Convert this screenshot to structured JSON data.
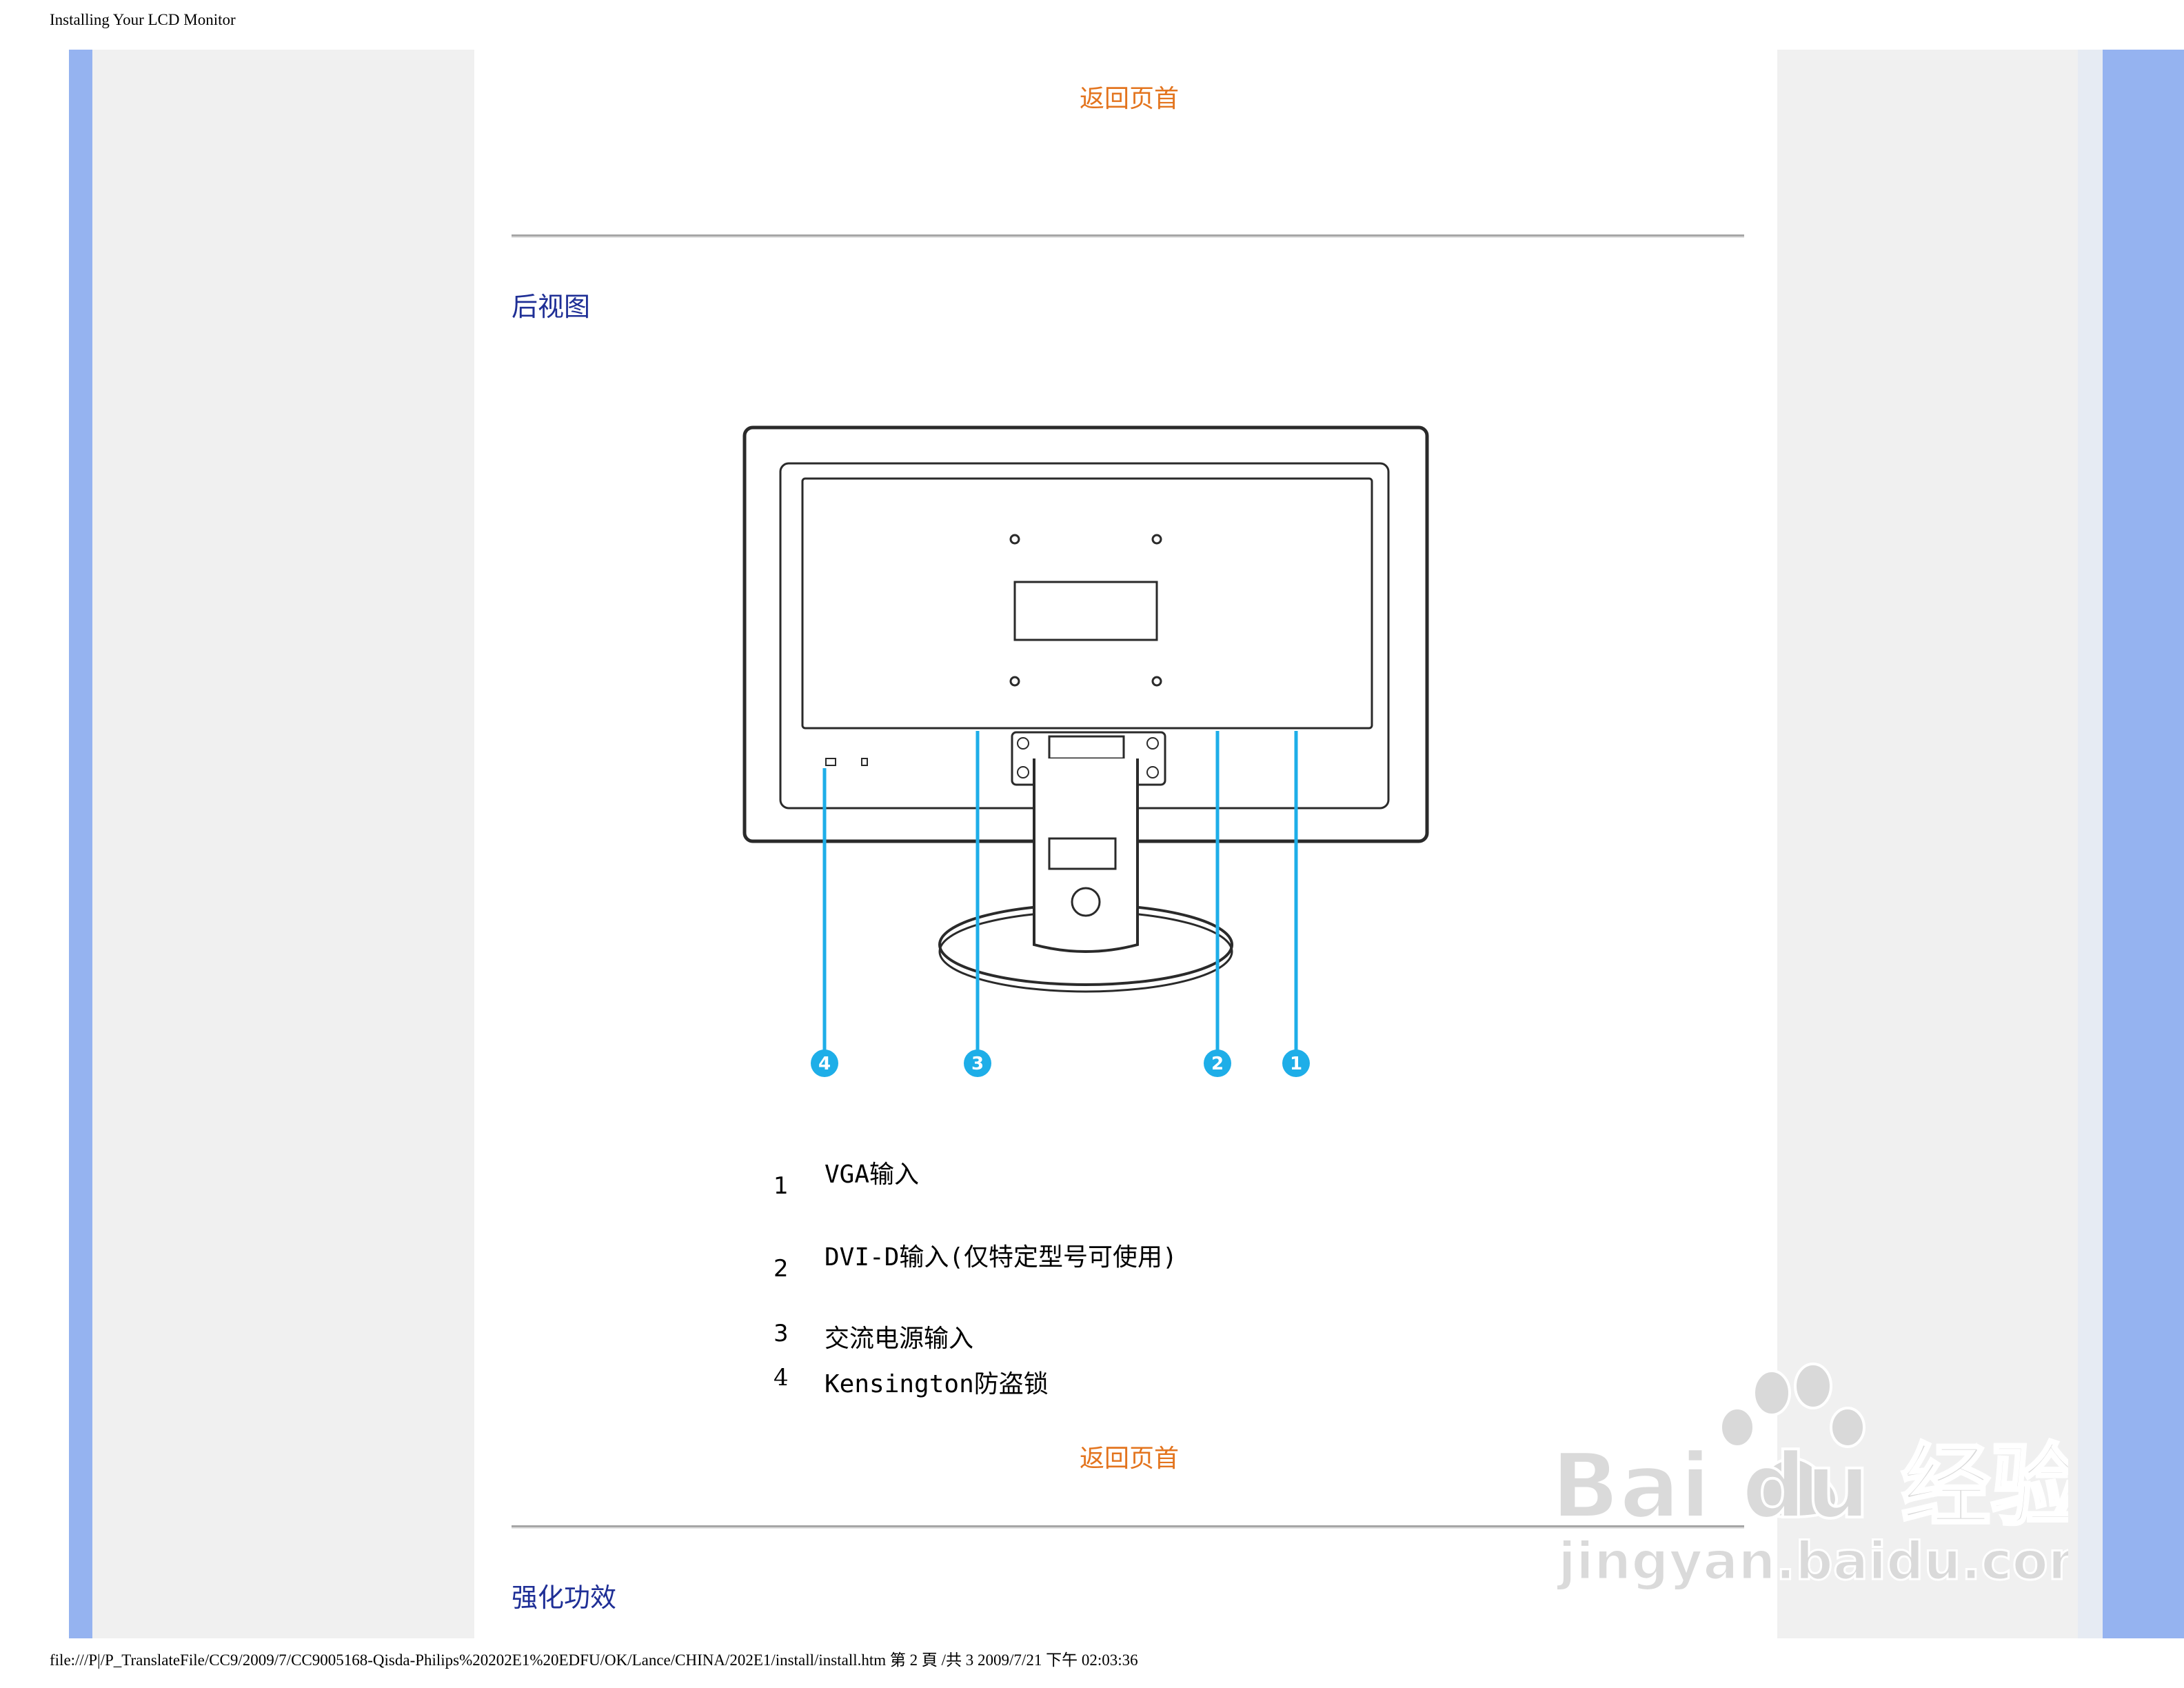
{
  "print": {
    "header": "Installing Your LCD Monitor",
    "footer": "file:///P|/P_TranslateFile/CC9/2009/7/CC9005168-Qisda-Philips%20202E1%20EDFU/OK/Lance/CHINA/202E1/install/install.htm 第 2 頁 /共 3 2009/7/21 下午 02:03:36"
  },
  "nav": {
    "back_to_top": "返回页首"
  },
  "rear_view": {
    "title": "后视图",
    "callouts": [
      "4",
      "3",
      "2",
      "1"
    ],
    "items": [
      {
        "num": "1",
        "label": "VGA输入"
      },
      {
        "num": "2",
        "label": "DVI-D输入(仅特定型号可使用)"
      },
      {
        "num": "3",
        "label": "交流电源输入"
      },
      {
        "num": "4",
        "label": "Kensington防盗锁"
      }
    ]
  },
  "next_section": {
    "title": "强化功效"
  },
  "watermark": {
    "brand": "Bai du 经验",
    "url": "jingyan.baidu.com"
  },
  "colors": {
    "callout_blue": "#1eaee8",
    "link_orange": "#e3741e",
    "title_blue": "#1f2f96",
    "stripe_blue": "#95b3f0"
  }
}
